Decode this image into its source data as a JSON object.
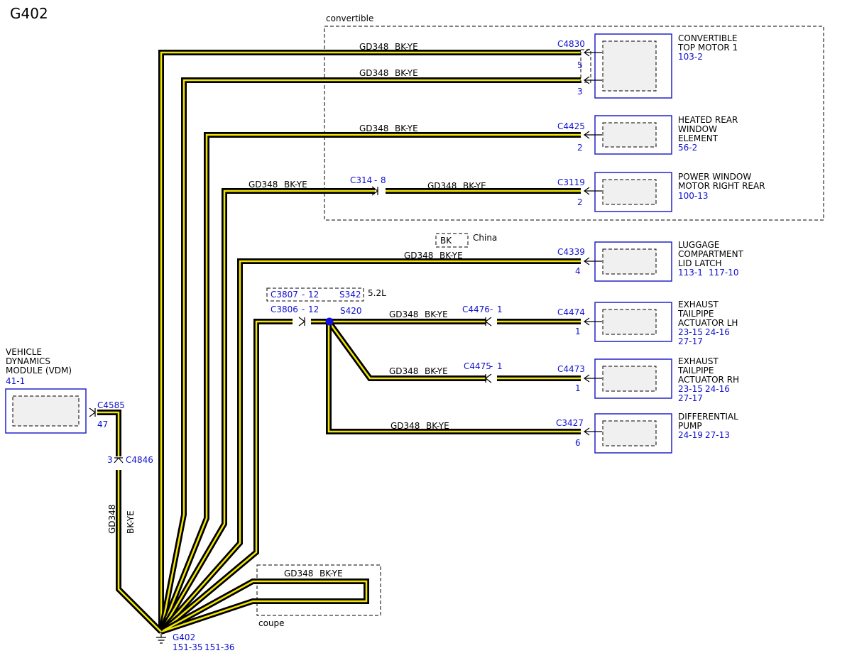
{
  "title": "G402",
  "zones": {
    "convertible": "convertible",
    "coupe": "coupe",
    "china": "China",
    "china_code": "BK",
    "v52": "5.2L"
  },
  "wire": {
    "circuit": "GD348",
    "color": "BK-YE"
  },
  "components": {
    "top_motor": {
      "name_1": "CONVERTIBLE",
      "name_2": "TOP MOTOR 1",
      "ref": "103-2",
      "connector": "C4830",
      "pin_a": "5",
      "pin_b": "3"
    },
    "rear_window": {
      "name_1": "HEATED REAR",
      "name_2": "WINDOW",
      "name_3": "ELEMENT",
      "ref": "56-2",
      "connector": "C4425",
      "pin": "2"
    },
    "power_window": {
      "name_1": "POWER WINDOW",
      "name_2": "MOTOR RIGHT REAR",
      "ref": "100-13",
      "connector": "C3119",
      "pin": "2",
      "inline": "C314",
      "inline_pin": "8"
    },
    "luggage": {
      "name_1": "LUGGAGE",
      "name_2": "COMPARTMENT",
      "name_3": "LID LATCH",
      "ref_1": "113-1",
      "ref_2": "117-10",
      "connector": "C4339",
      "pin": "4"
    },
    "exhaust_lh": {
      "name_1": "EXHAUST",
      "name_2": "TAILPIPE",
      "name_3": "ACTUATOR LH",
      "ref_1": "23-15",
      "ref_2": "24-16",
      "ref_3": "27-17",
      "connector": "C4474",
      "pin": "1",
      "inline": "C4476",
      "inline_pin": "1"
    },
    "exhaust_rh": {
      "name_1": "EXHAUST",
      "name_2": "TAILPIPE",
      "name_3": "ACTUATOR RH",
      "ref_1": "23-15",
      "ref_2": "24-16",
      "ref_3": "27-17",
      "connector": "C4473",
      "pin": "1",
      "inline": "C4475",
      "inline_pin": "1"
    },
    "diff_pump": {
      "name_1": "DIFFERENTIAL",
      "name_2": "PUMP",
      "ref_1": "24-19",
      "ref_2": "27-13",
      "connector": "C3427",
      "pin": "6"
    },
    "vdm": {
      "name_1": "VEHICLE",
      "name_2": "DYNAMICS",
      "name_3": "MODULE (VDM)",
      "ref": "41-1",
      "connector": "C4585",
      "pin": "47",
      "inline": "C4846",
      "inline_pin": "3"
    }
  },
  "splice": {
    "alt_connector": "C3807",
    "alt_pin": "12",
    "alt_splice": "S342",
    "connector": "C3806",
    "pin": "12",
    "splice": "S420"
  },
  "ground": {
    "name": "G402",
    "ref_1": "151-35",
    "ref_2": "151-36"
  },
  "colors": {
    "label_blue": "#1010d0",
    "component_border": "#2323c8",
    "wire_core": "#f2e600",
    "splice_dot": "#1010e0"
  }
}
